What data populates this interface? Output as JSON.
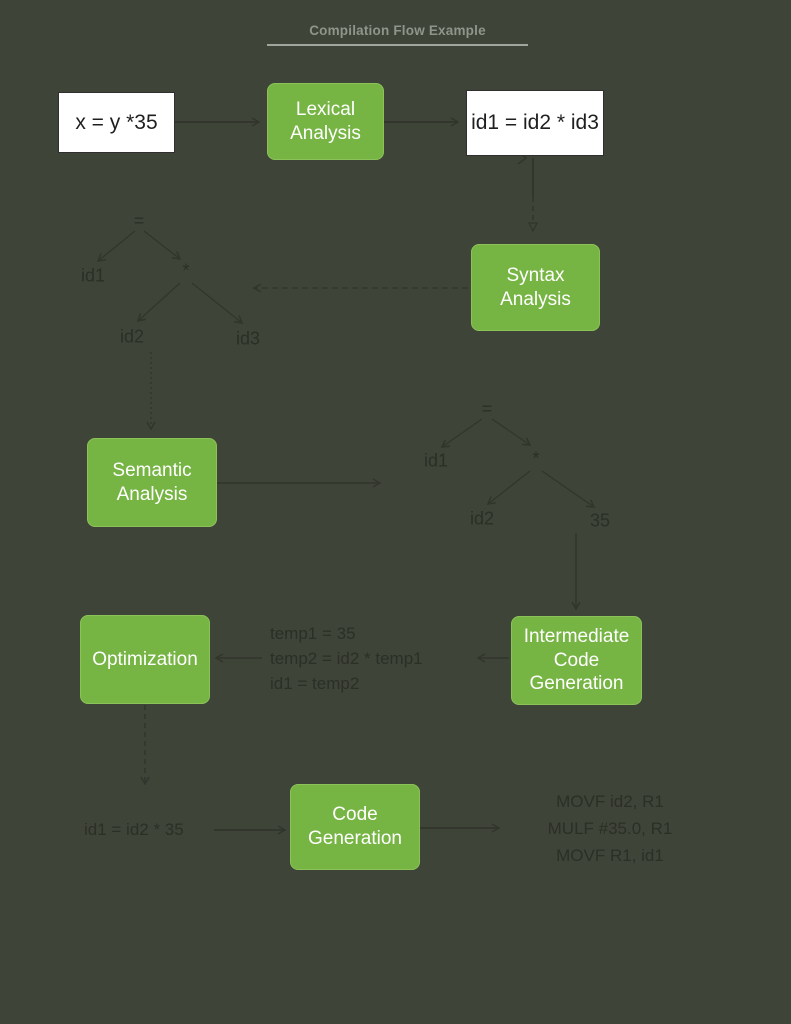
{
  "title": "Compilation Flow Example",
  "stages": {
    "lexical": "Lexical\nAnalysis",
    "syntax": "Syntax\nAnalysis",
    "semantic": "Semantic\nAnalysis",
    "intermediate": "Intermediate\nCode\nGeneration",
    "optimization": "Optimization",
    "codegen": "Code\nGeneration"
  },
  "artifacts": {
    "source": "x = y *35",
    "tokens": "id1 = id2 * id3",
    "tree1": {
      "root": "=",
      "left": "id1",
      "op": "*",
      "op_left": "id2",
      "op_right": "id3"
    },
    "tree2": {
      "root": "=",
      "left": "id1",
      "op": "*",
      "op_left": "id2",
      "op_right": "35"
    },
    "intermediate_code": {
      "line1": "temp1 = 35",
      "line2": "temp2 = id2 * temp1",
      "line3": "id1 = temp2"
    },
    "optimized_code": "id1 = id2 * 35",
    "assembly": {
      "line1": "MOVF id2, R1",
      "line2": "MULF #35.0, R1",
      "line3": "MOVF R1, id1"
    }
  },
  "colors": {
    "background": "#3e4437",
    "stage_box_fill": "#76b543",
    "stage_box_border": "#8cc359",
    "stage_box_text": "#ffffff",
    "artifact_box_fill": "#ffffff",
    "artifact_box_border": "#2f2f2f",
    "artifact_box_text": "#1f1f1f",
    "dark_text": "#2b2f27",
    "connector": "#31352c",
    "title_text": "#90958c",
    "title_underline": "#a2a59d"
  }
}
